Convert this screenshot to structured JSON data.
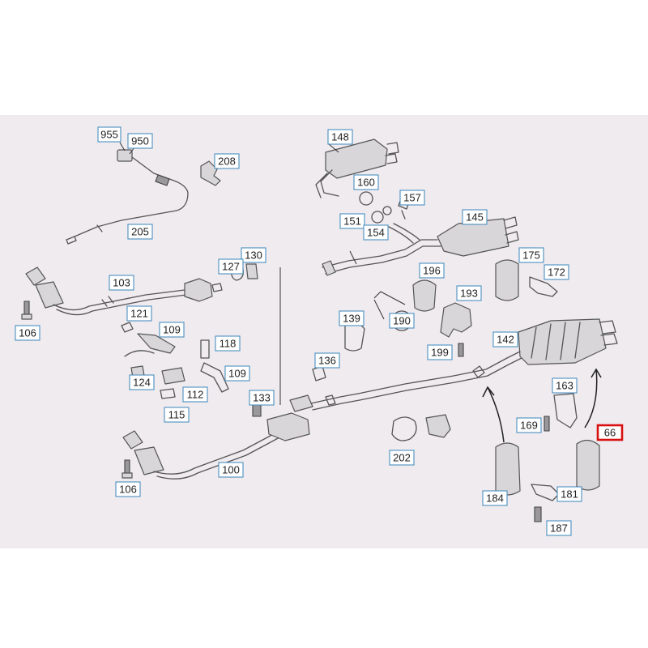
{
  "callouts": [
    {
      "id": "955",
      "label": "955"
    },
    {
      "id": "950",
      "label": "950"
    },
    {
      "id": "208",
      "label": "208"
    },
    {
      "id": "205",
      "label": "205"
    },
    {
      "id": "148",
      "label": "148"
    },
    {
      "id": "160",
      "label": "160"
    },
    {
      "id": "157",
      "label": "157"
    },
    {
      "id": "151",
      "label": "151"
    },
    {
      "id": "154",
      "label": "154"
    },
    {
      "id": "145",
      "label": "145"
    },
    {
      "id": "130",
      "label": "130"
    },
    {
      "id": "127",
      "label": "127"
    },
    {
      "id": "103",
      "label": "103"
    },
    {
      "id": "196",
      "label": "196"
    },
    {
      "id": "175",
      "label": "175"
    },
    {
      "id": "172",
      "label": "172"
    },
    {
      "id": "193",
      "label": "193"
    },
    {
      "id": "106a",
      "label": "106"
    },
    {
      "id": "121",
      "label": "121"
    },
    {
      "id": "109a",
      "label": "109"
    },
    {
      "id": "139",
      "label": "139"
    },
    {
      "id": "190",
      "label": "190"
    },
    {
      "id": "118",
      "label": "118"
    },
    {
      "id": "142",
      "label": "142"
    },
    {
      "id": "199",
      "label": "199"
    },
    {
      "id": "136",
      "label": "136"
    },
    {
      "id": "124",
      "label": "124"
    },
    {
      "id": "109b",
      "label": "109"
    },
    {
      "id": "112",
      "label": "112"
    },
    {
      "id": "163",
      "label": "163"
    },
    {
      "id": "133",
      "label": "133"
    },
    {
      "id": "115",
      "label": "115"
    },
    {
      "id": "169",
      "label": "169"
    },
    {
      "id": "66",
      "label": "66",
      "highlighted": true
    },
    {
      "id": "202",
      "label": "202"
    },
    {
      "id": "100",
      "label": "100"
    },
    {
      "id": "106b",
      "label": "106"
    },
    {
      "id": "184",
      "label": "184"
    },
    {
      "id": "181",
      "label": "181"
    },
    {
      "id": "187",
      "label": "187"
    }
  ],
  "colors": {
    "panel_background": "#efebef",
    "callout_border": "#4a8fc0",
    "highlight_border": "#d81010"
  }
}
